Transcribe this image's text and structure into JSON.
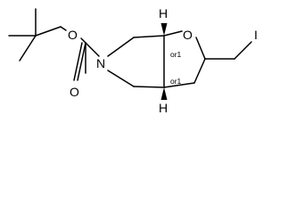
{
  "structure": {
    "atoms": {
      "o_ether": "O",
      "o_carbonyl": "O",
      "n_ring": "N",
      "o_furan": "O",
      "iodine": "I",
      "h_top": "H",
      "h_bottom": "H"
    },
    "stereo_labels": {
      "top": "or1",
      "bottom": "or1"
    }
  }
}
